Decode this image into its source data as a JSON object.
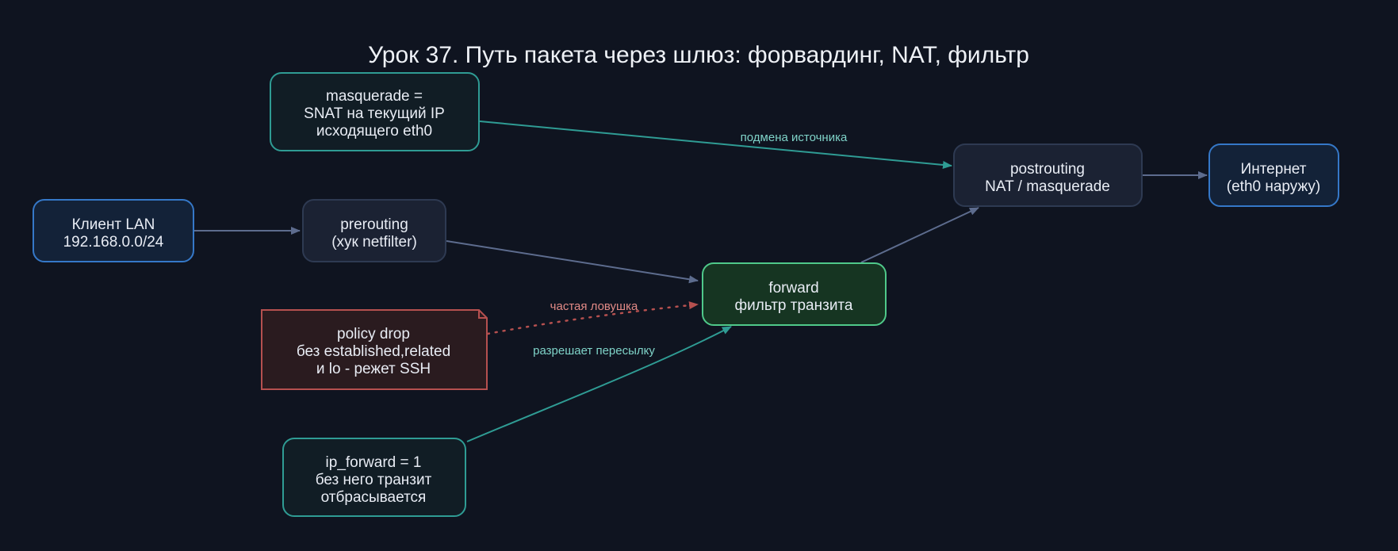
{
  "title": "Урок 37. Путь пакета через шлюз: форвардинг, NAT, фильтр",
  "colors": {
    "background": "#0f1420",
    "edge_default": "#5d6c8e",
    "edge_teal": "#2f9c94",
    "edge_red": "#b5504f",
    "label_teal": "#7fd3c8",
    "label_red": "#e28a86"
  },
  "nodes": {
    "client": {
      "lines": [
        "Клиент LAN",
        "192.168.0.0/24"
      ]
    },
    "prerouting": {
      "lines": [
        "prerouting",
        "(хук netfilter)"
      ]
    },
    "masquerade": {
      "lines": [
        "masquerade =",
        "SNAT на текущий IP",
        "исходящего eth0"
      ]
    },
    "policy": {
      "lines": [
        "policy drop",
        "без established,related",
        "и lo - режет SSH"
      ]
    },
    "ipforward": {
      "lines": [
        "ip_forward = 1",
        "без него транзит",
        "отбрасывается"
      ]
    },
    "forward": {
      "lines": [
        "forward",
        "фильтр транзита"
      ]
    },
    "postrouting": {
      "lines": [
        "postrouting",
        "NAT / masquerade"
      ]
    },
    "internet": {
      "lines": [
        "Интернет",
        "(eth0 наружу)"
      ]
    }
  },
  "edge_labels": {
    "masq_post": "подмена источника",
    "policy_forward": "частая ловушка",
    "ipfwd_forward": "разрешает пересылку"
  }
}
